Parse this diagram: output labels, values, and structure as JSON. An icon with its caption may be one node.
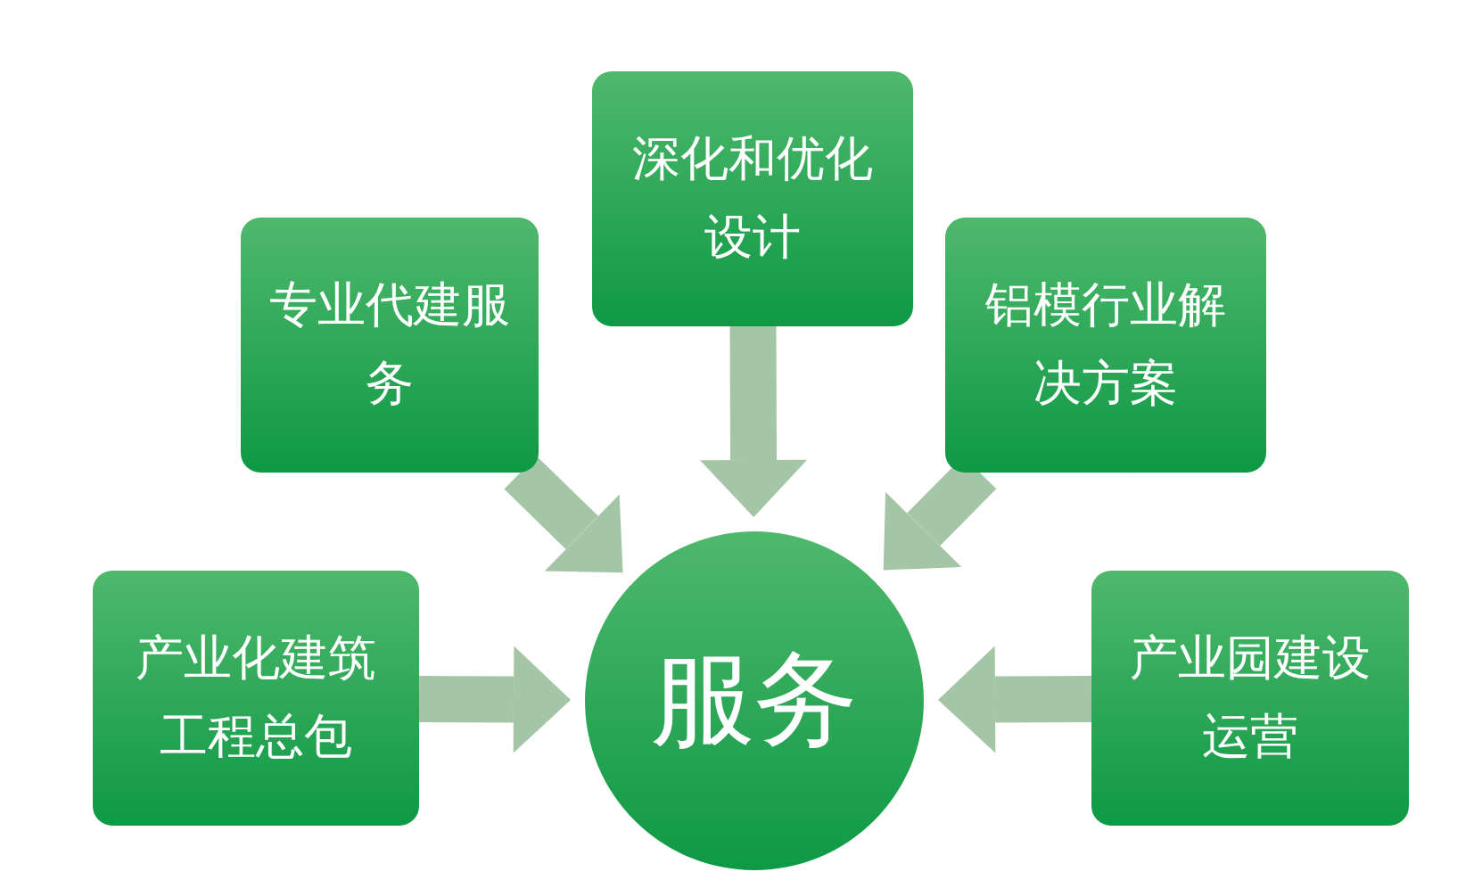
{
  "diagram": {
    "nodes": [
      {
        "text": [
          "专业代建服务"
        ]
      },
      {
        "text": [
          "深化和优化设计"
        ]
      },
      {
        "text": [
          "铝模行业解决方案"
        ]
      },
      {
        "text": [
          "产业化建筑工程总包"
        ]
      },
      {
        "text": [
          "服务"
        ]
      },
      {
        "text": [
          "产业园建设运营"
        ]
      }
    ],
    "edges": [
      {
        "from": 0,
        "to": 4,
        "arrow": "to"
      },
      {
        "from": 1,
        "to": 4,
        "arrow": "to"
      },
      {
        "from": 2,
        "to": 4,
        "arrow": "to"
      },
      {
        "from": 3,
        "to": 4,
        "arrow": "to"
      },
      {
        "from": 5,
        "to": 4,
        "arrow": "to"
      }
    ]
  }
}
